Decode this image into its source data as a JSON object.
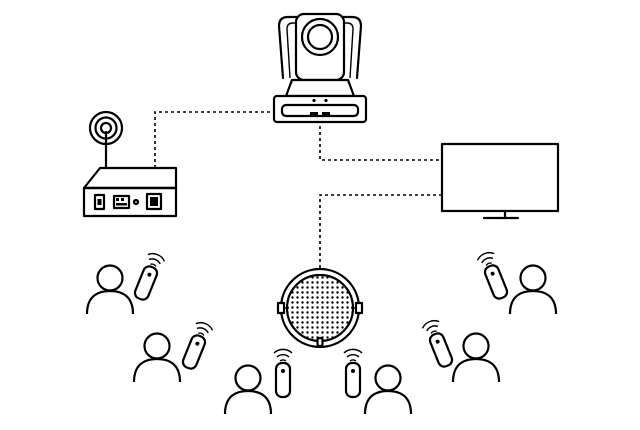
{
  "diagram": {
    "nodes": [
      {
        "id": "ptz-camera",
        "icon": "ptz-camera-icon"
      },
      {
        "id": "wireless-receiver",
        "icon": "wireless-receiver-icon"
      },
      {
        "id": "display-monitor",
        "icon": "monitor-icon"
      },
      {
        "id": "conference-speakerphone",
        "icon": "speakerphone-icon"
      },
      {
        "id": "participant-1",
        "icon": "person-with-remote-icon"
      },
      {
        "id": "participant-2",
        "icon": "person-with-remote-icon"
      },
      {
        "id": "participant-3",
        "icon": "person-with-remote-icon"
      },
      {
        "id": "participant-4",
        "icon": "person-with-remote-icon"
      },
      {
        "id": "participant-5",
        "icon": "person-with-remote-icon"
      },
      {
        "id": "participant-6",
        "icon": "person-with-remote-icon"
      }
    ],
    "links": [
      {
        "from": "wireless-receiver",
        "to": "ptz-camera",
        "style": "dashed"
      },
      {
        "from": "ptz-camera",
        "to": "display-monitor",
        "style": "dashed"
      },
      {
        "from": "display-monitor",
        "to": "conference-speakerphone",
        "style": "dashed"
      }
    ],
    "colors": {
      "stroke": "#000000",
      "background": "#ffffff"
    }
  }
}
